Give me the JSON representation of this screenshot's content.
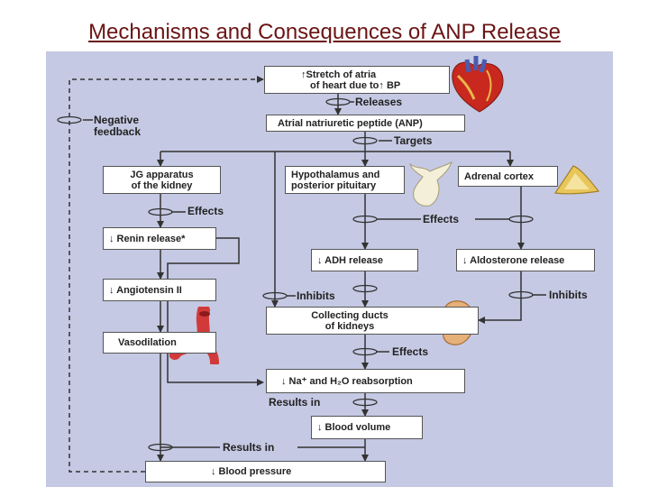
{
  "title": "Mechanisms and Consequences of ANP Release",
  "boxes": {
    "stretch_line1": "↑Stretch of atria",
    "stretch_line2": "of heart due to↑ BP",
    "anp": "Atrial natriuretic peptide (ANP)",
    "jg_line1": "JG apparatus",
    "jg_line2": "of the kidney",
    "hypo_line1": "Hypothalamus and",
    "hypo_line2": "posterior pituitary",
    "adrenal": "Adrenal cortex",
    "renin": "↓ Renin release*",
    "adh": "↓ ADH release",
    "aldosterone": "↓ Aldosterone release",
    "angiotensin": "↓ Angiotensin II",
    "collecting_line1": "Collecting ducts",
    "collecting_line2": "of kidneys",
    "vasodilation": "Vasodilation",
    "reabsorption": "↓ Na⁺ and H₂O reabsorption",
    "blood_volume": "↓ Blood volume",
    "blood_pressure": "↓ Blood pressure"
  },
  "labels": {
    "releases": "Releases",
    "targets": "Targets",
    "negative_line1": "Negative",
    "negative_line2": "feedback",
    "effects_jg": "Effects",
    "effects_middle": "Effects",
    "inhibits_left": "Inhibits",
    "inhibits_right": "Inhibits",
    "effects_collecting": "Effects",
    "results_in_1": "Results in",
    "results_in_2": "Results in"
  },
  "colors": {
    "title": "#6b1414",
    "panel": "#c5c9e3",
    "heart_red": "#c8281e",
    "vessel_red": "#d23a3a",
    "kidney_tan": "#e6b07a",
    "adrenal_yellow": "#e8c65a"
  }
}
